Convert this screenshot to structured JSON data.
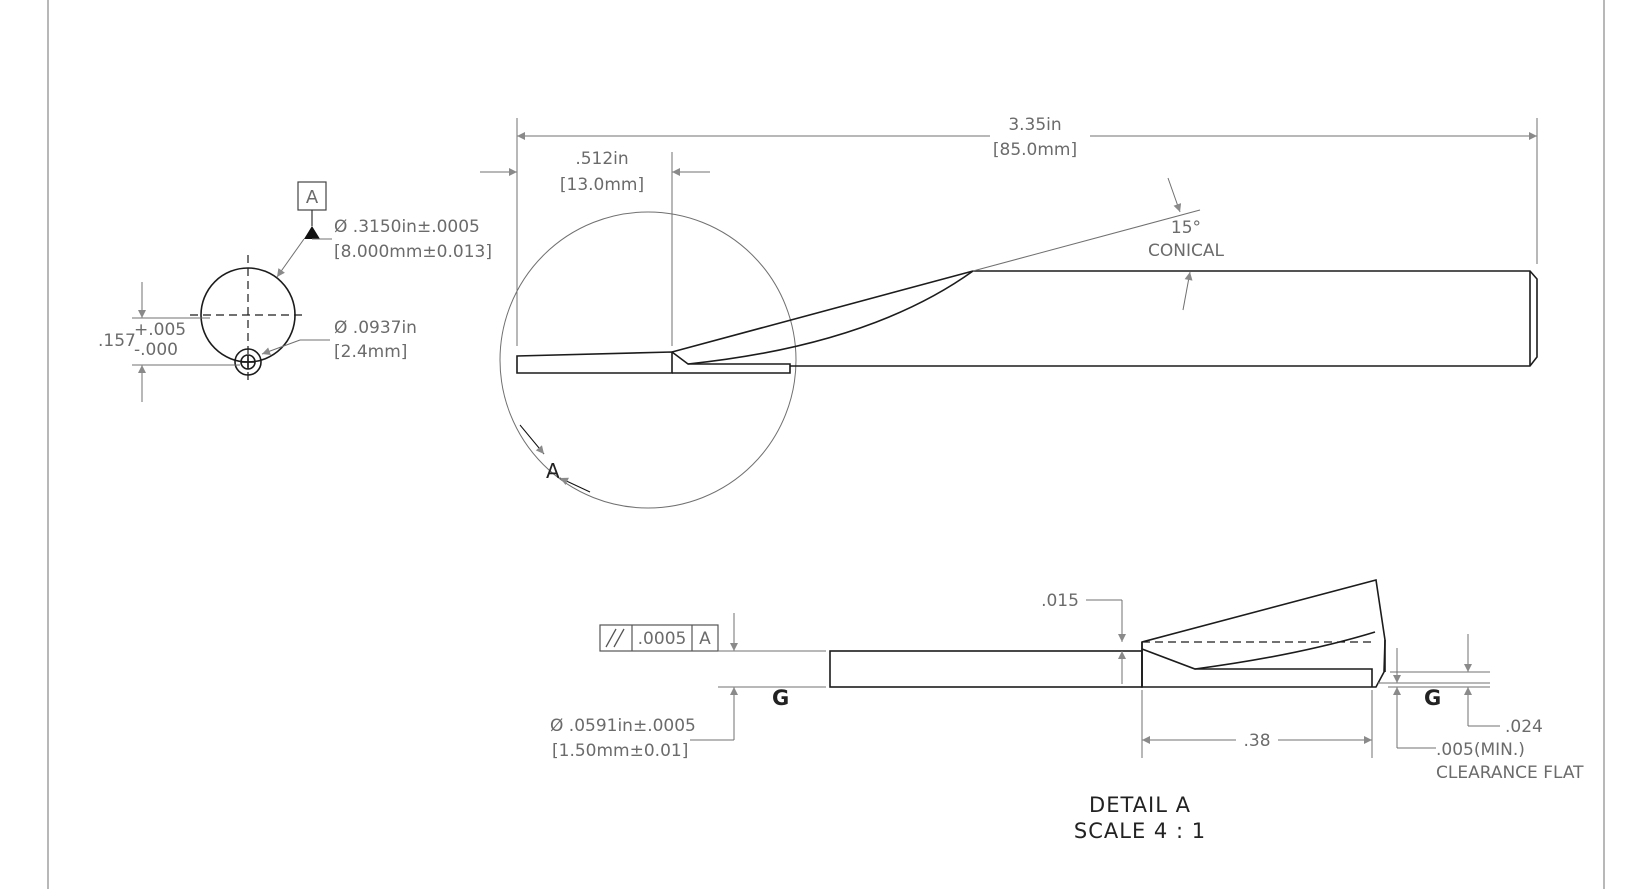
{
  "colors": {
    "line": "#1c1c1c",
    "dimension": "#707070",
    "text": "#6b6b6b",
    "background": "#ffffff"
  },
  "end_view": {
    "datum_label": "A",
    "diameter_in": "Ø .3150in±.0005",
    "diameter_mm": "[8.000mm±0.013]",
    "hole_in": "Ø .0937in",
    "hole_mm": "[2.4mm]",
    "offset_base": ".157",
    "offset_plus": "+.005",
    "offset_minus": "-.000"
  },
  "side_view": {
    "overall_in": "3.35in",
    "overall_mm": "[85.0mm]",
    "tip_in": ".512in",
    "tip_mm": "[13.0mm]",
    "angle": "15°",
    "angle_note": "CONICAL",
    "detail_callout": "A"
  },
  "detail_view": {
    "fcf_value": ".0005",
    "fcf_datum": "A",
    "depth": ".015",
    "diameter_in": "Ø .0591in±.0005",
    "diameter_mm": "[1.50mm±0.01]",
    "length": ".38",
    "flat_depth": ".024",
    "flat_min": ".005(MIN.)",
    "flat_note": "CLEARANCE FLAT",
    "surface_symbol": "G",
    "title": "DETAIL A",
    "scale": "SCALE 4 : 1"
  }
}
